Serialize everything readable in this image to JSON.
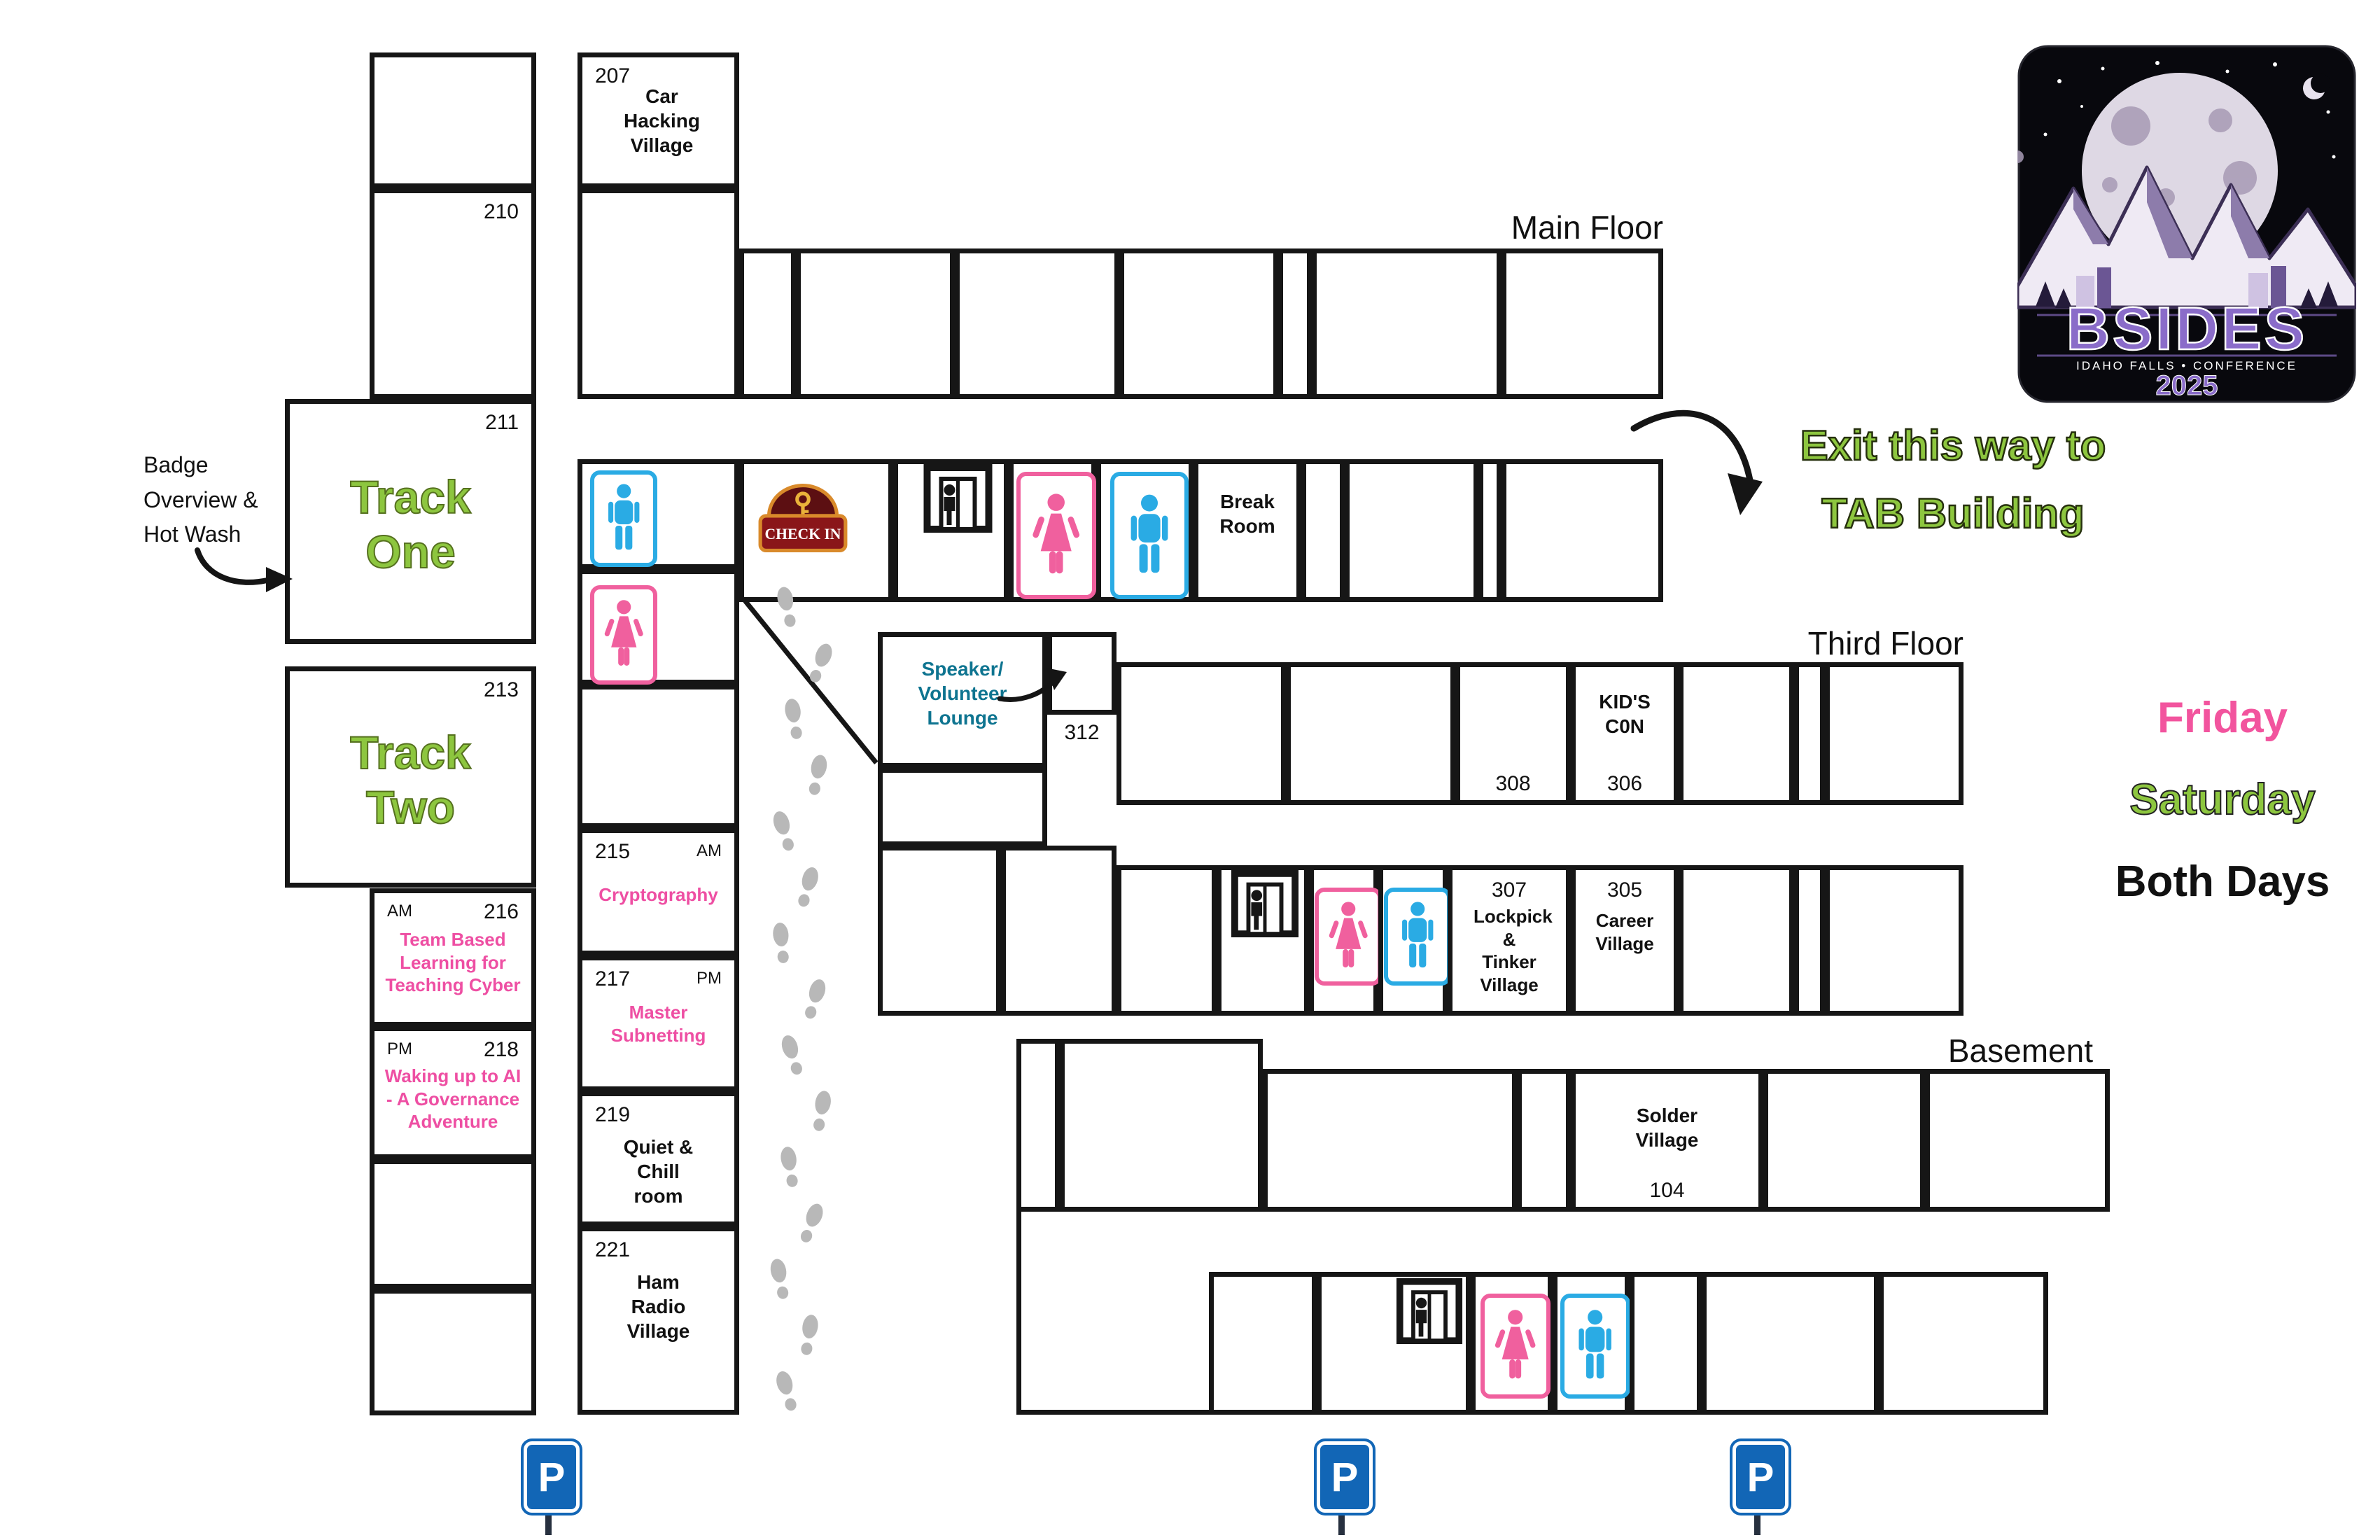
{
  "floor_labels": {
    "main": "Main Floor",
    "third": "Third Floor",
    "basement": "Basement"
  },
  "legend": {
    "friday": "Friday",
    "saturday": "Saturday",
    "both_days": "Both Days"
  },
  "exit_note": {
    "line1": "Exit this way to",
    "line2": "TAB Building"
  },
  "badge_note": {
    "line1": "Badge",
    "line2": "Overview &",
    "line3": "Hot Wash"
  },
  "check_in": {
    "label": "CHECK IN"
  },
  "parking_label": "P",
  "logo": {
    "title": "BSIDES",
    "subtitle": "IDAHO FALLS  •  CONFERENCE",
    "year": "2025"
  },
  "rooms": {
    "207": {
      "number": "207",
      "name": "Car Hacking Village"
    },
    "210": {
      "number": "210"
    },
    "211": {
      "number": "211",
      "name": "Track One"
    },
    "213": {
      "number": "213",
      "name": "Track Two"
    },
    "215": {
      "number": "215",
      "time": "AM",
      "name": "Cryptography"
    },
    "216": {
      "number": "216",
      "time": "AM",
      "name": "Team Based Learning for Teaching Cyber"
    },
    "217": {
      "number": "217",
      "time": "PM",
      "name": "Master Subnetting"
    },
    "218": {
      "number": "218",
      "time": "PM",
      "name": "Waking up to AI - A Governance Adventure"
    },
    "219": {
      "number": "219",
      "name": "Quiet & Chill room"
    },
    "221": {
      "number": "221",
      "name": "Ham Radio Village"
    },
    "break_room": {
      "name": "Break Room"
    },
    "lounge": {
      "name": "Speaker/ Volunteer Lounge"
    },
    "312": {
      "number": "312"
    },
    "308": {
      "number": "308"
    },
    "306": {
      "number": "306",
      "name": "KID'S C0N"
    },
    "307": {
      "number": "307",
      "name": "Lockpick & Tinker Village"
    },
    "305": {
      "number": "305",
      "name": "Career Village"
    },
    "104": {
      "number": "104",
      "name": "Solder Village"
    }
  },
  "colors": {
    "accent_green": "#8dc63f",
    "accent_pink": "#ee4fa3",
    "accent_teal": "#0e7490",
    "restroom_blue": "#2aabe4",
    "restroom_pink": "#f0609e",
    "parking_blue": "#1266b6",
    "checkin_red": "#8a1619",
    "checkin_gold": "#d98a2b",
    "logo_purple": "#8a6cc9"
  }
}
